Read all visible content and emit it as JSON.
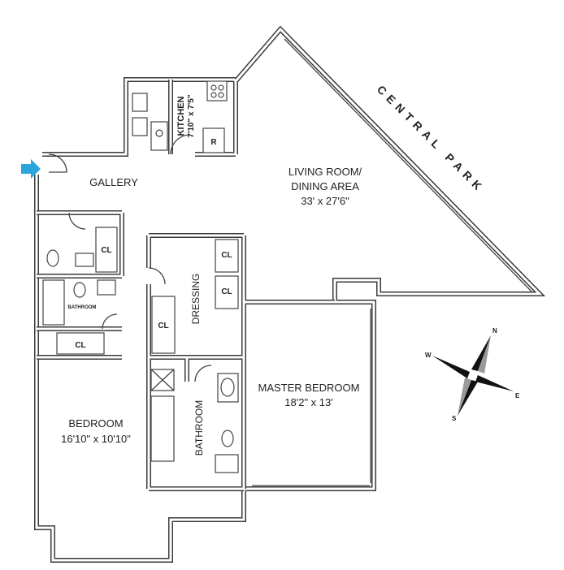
{
  "plan": {
    "view_label": "CENTRAL PARK",
    "entry_arrow_color": "#2aa6dc",
    "rooms": {
      "gallery": "GALLERY",
      "living_line1": "LIVING ROOM/",
      "living_line2": "DINING AREA",
      "living_size": "33' x 27'6\"",
      "kitchen": "KITCHEN",
      "kitchen_size": "7'10\" x 7'5\"",
      "refrigerator": "R",
      "dressing": "DRESSING",
      "bathroom_small": "BATHROOM",
      "bathroom_master": "BATHROOM",
      "master_bedroom": "MASTER BEDROOM",
      "master_size": "18'2\" x 13'",
      "bedroom": "BEDROOM",
      "bedroom_size": "16'10\" x 10'10\""
    },
    "closets": [
      "CL",
      "CL",
      "CL",
      "CL",
      "CL"
    ],
    "compass": {
      "n": "N",
      "e": "E",
      "s": "S",
      "w": "W"
    }
  }
}
